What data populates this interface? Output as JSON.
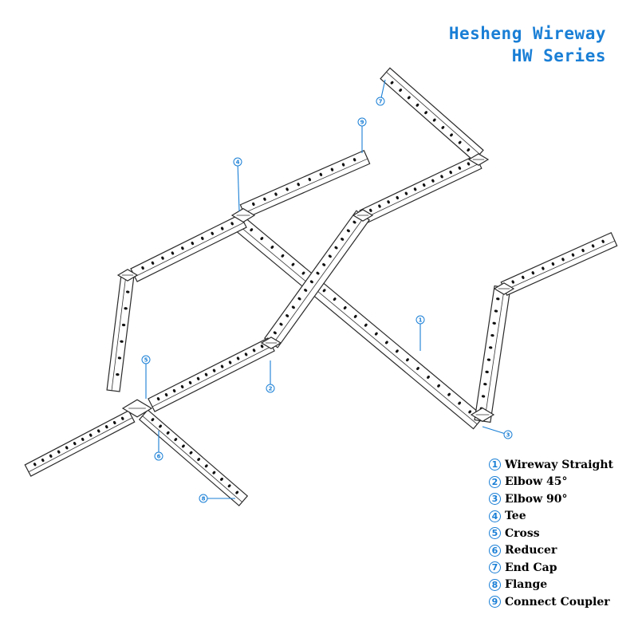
{
  "header": {
    "title_line1": "Hesheng Wireway",
    "title_line2": "HW Series"
  },
  "legend": [
    {
      "num": "1",
      "label": "Wireway Straight"
    },
    {
      "num": "2",
      "label": "Elbow 45°"
    },
    {
      "num": "3",
      "label": "Elbow 90°"
    },
    {
      "num": "4",
      "label": "Tee"
    },
    {
      "num": "5",
      "label": "Cross"
    },
    {
      "num": "6",
      "label": "Reducer"
    },
    {
      "num": "7",
      "label": "End Cap"
    },
    {
      "num": "8",
      "label": "Flange"
    },
    {
      "num": "9",
      "label": "Connect Coupler"
    }
  ],
  "callouts": [
    "1",
    "2",
    "3",
    "4",
    "5",
    "6",
    "7",
    "8",
    "9"
  ],
  "colors": {
    "accent": "#1a7fd6",
    "line": "#2a2a2a"
  }
}
